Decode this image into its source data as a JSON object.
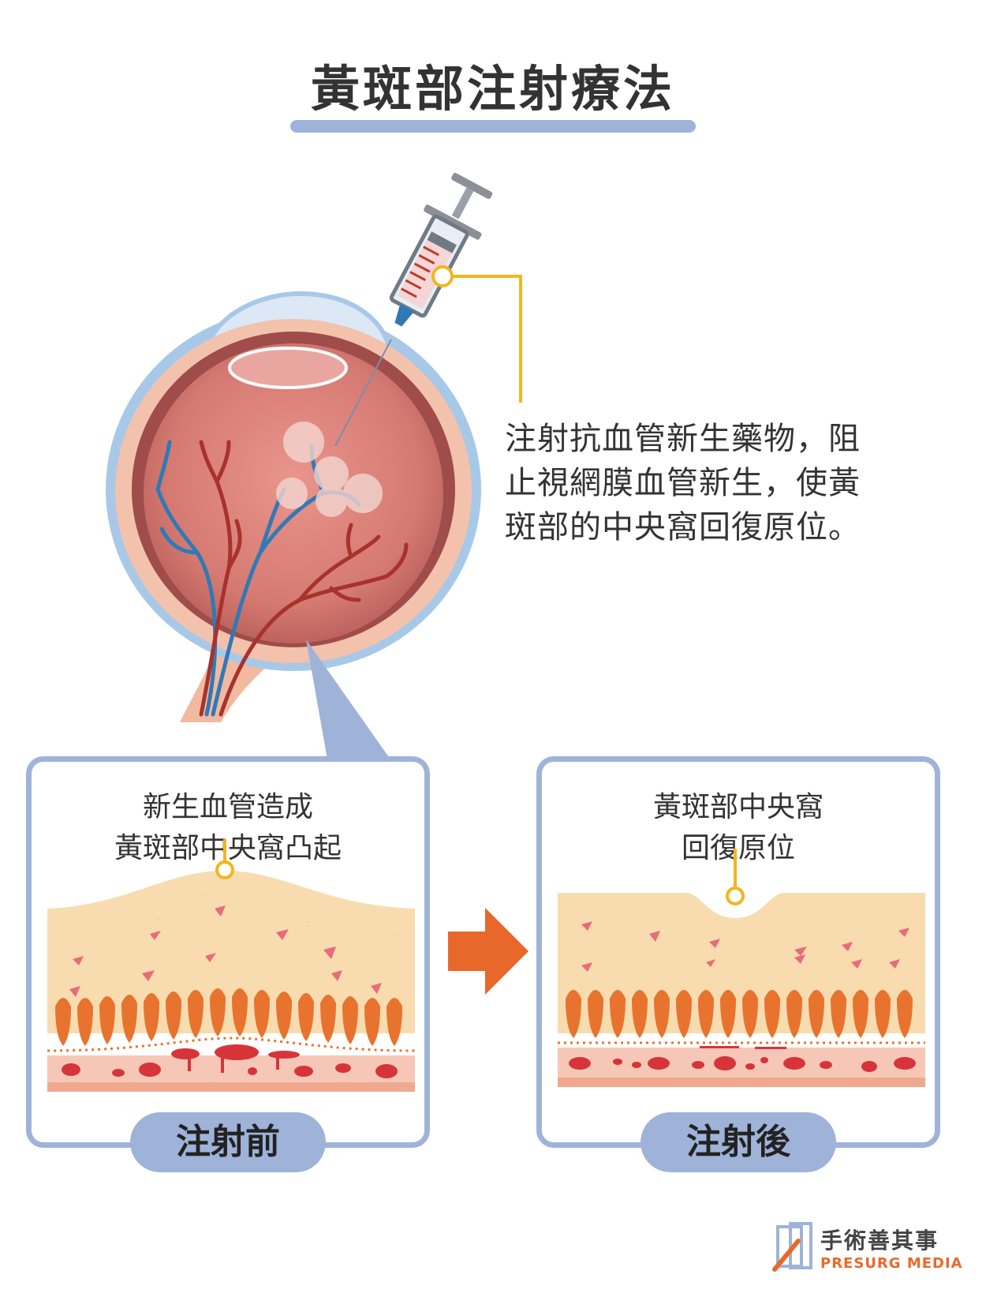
{
  "title": "黃斑部注射療法",
  "description_lines": [
    "注射抗血管新生藥物，阻",
    "止視網膜血管新生，使黃",
    "斑部的中央窩回復原位。"
  ],
  "panels": {
    "before": {
      "caption_lines": [
        "新生血管造成",
        "黃斑部中央窩凸起"
      ],
      "label": "注射前"
    },
    "after": {
      "caption_lines": [
        "黃斑部中央窩",
        "回復原位"
      ],
      "label": "注射後"
    }
  },
  "logo": {
    "name_cn": "手術善其事",
    "name_en": "PRESURG MEDIA"
  },
  "colors": {
    "accent_blue": "#9fb3d9",
    "callout_yellow": "#f2b51f",
    "arrow_orange": "#e8672a",
    "eye_red": "#c96a66",
    "cone_orange": "#e8732e"
  }
}
